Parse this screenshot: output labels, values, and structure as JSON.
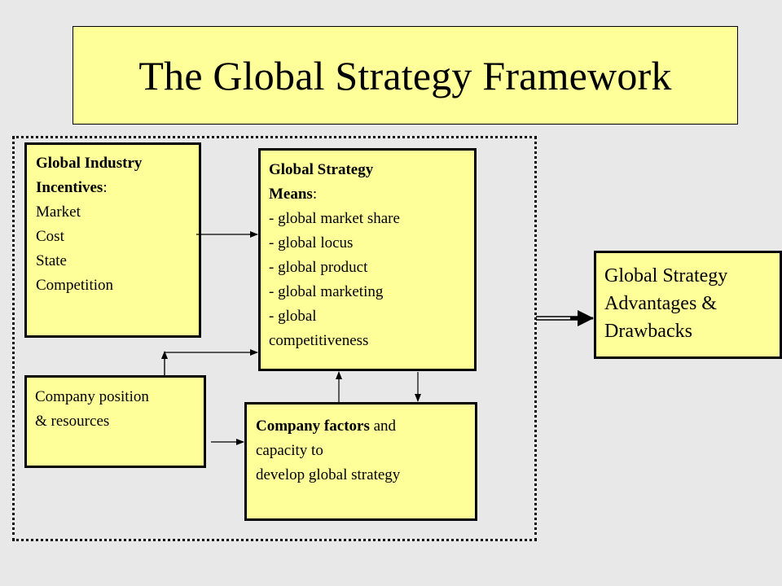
{
  "title": "The Global Strategy Framework",
  "incentives": {
    "heading_bold": "Global Industry",
    "heading_bold2": "Incentives",
    "heading_colon": ":",
    "items": [
      "Market",
      "Cost",
      "State",
      "Competition"
    ]
  },
  "means": {
    "heading_bold": "Global Strategy",
    "heading_bold2": "Means",
    "heading_colon": ":",
    "items": [
      "- global market share",
      "- global locus",
      "- global product",
      "- global marketing",
      "- global",
      "competitiveness"
    ]
  },
  "position": {
    "lines": [
      "Company position",
      "& resources"
    ]
  },
  "factors": {
    "bold": "Company factors",
    "rest": " and",
    "lines": [
      "capacity  to",
      "develop global strategy"
    ]
  },
  "advantages": {
    "lines": [
      "Global Strategy",
      "Advantages  &",
      "Drawbacks"
    ]
  }
}
